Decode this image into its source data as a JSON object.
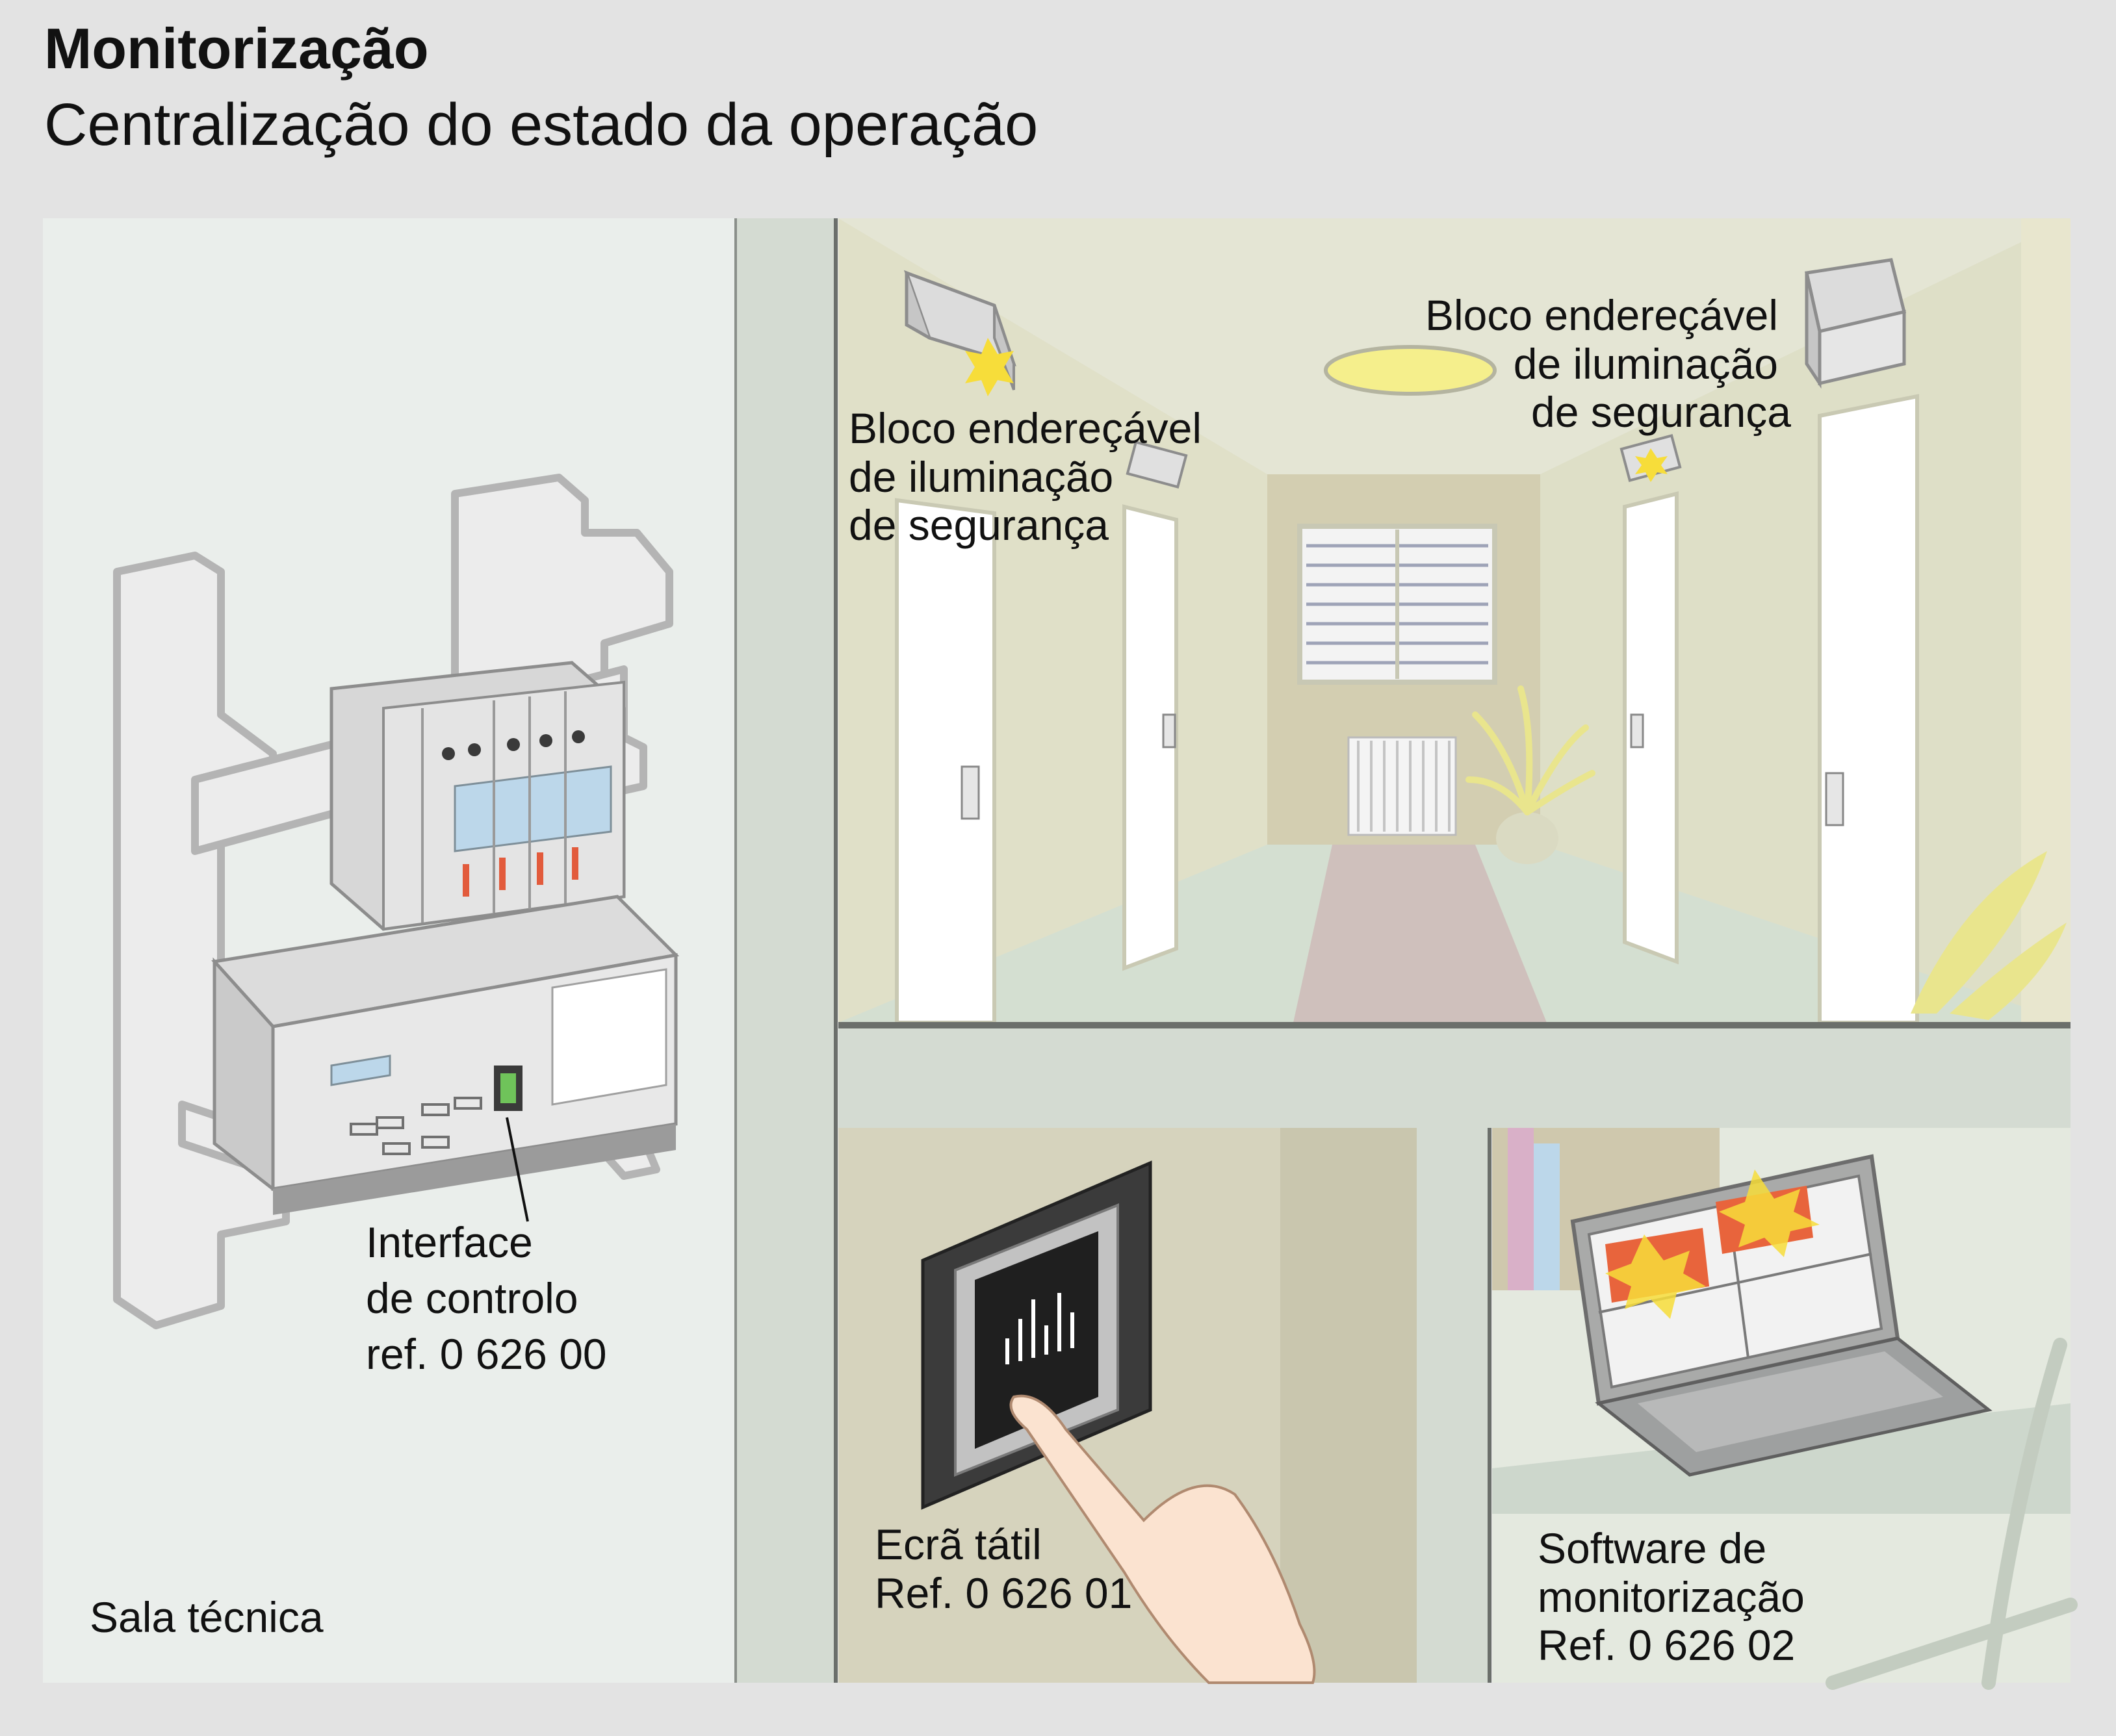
{
  "header": {
    "title": "Monitorização",
    "subtitle": "Centralização do estado da operação"
  },
  "labels": {
    "block_left": [
      "Bloco endereçável",
      "de iluminação",
      "de segurança"
    ],
    "block_right": [
      "Bloco endereçável",
      "de iluminação",
      "de segurança"
    ],
    "interface": [
      "Interface",
      "de controlo",
      "ref. 0 626 00"
    ],
    "room": "Sala técnica",
    "touch": [
      "Ecrã tátil",
      "Ref. 0 626 01"
    ],
    "software": [
      "Software de",
      "monitorização",
      "Ref. 0 626 02"
    ]
  },
  "colors": {
    "background": "#e3e3e3",
    "tech_room": "#eaeeeb",
    "corridor_wall": "#dfe0cd",
    "panel_wall": "#d6d3bd",
    "alert_red": "#e8643c",
    "alert_yellow": "#f7dd3a",
    "accent_blue": "#bcd7ea"
  }
}
